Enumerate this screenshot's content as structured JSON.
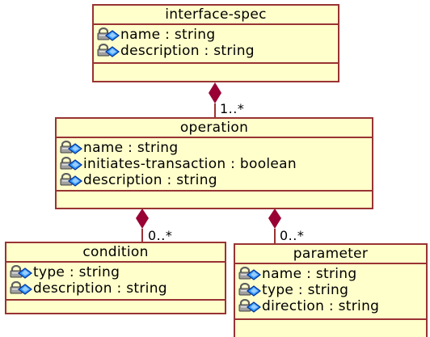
{
  "diagram": {
    "classes": {
      "interface_spec": {
        "name": "interface-spec",
        "attributes": [
          {
            "label": "name : string",
            "icon": "attribute-icon"
          },
          {
            "label": "description : string",
            "icon": "attribute-icon"
          }
        ]
      },
      "operation": {
        "name": "operation",
        "attributes": [
          {
            "label": "name : string",
            "icon": "attribute-icon"
          },
          {
            "label": "initiates-transaction : boolean",
            "icon": "attribute-icon"
          },
          {
            "label": "description : string",
            "icon": "attribute-icon"
          }
        ]
      },
      "condition": {
        "name": "condition",
        "attributes": [
          {
            "label": "type : string",
            "icon": "attribute-icon"
          },
          {
            "label": "description : string",
            "icon": "attribute-icon"
          }
        ]
      },
      "parameter": {
        "name": "parameter",
        "attributes": [
          {
            "label": "name : string",
            "icon": "attribute-icon"
          },
          {
            "label": "type : string",
            "icon": "attribute-icon"
          },
          {
            "label": "direction : string",
            "icon": "attribute-icon"
          }
        ]
      }
    },
    "associations": [
      {
        "from": "interface-spec",
        "to": "operation",
        "kind": "composition",
        "multiplicity": "1..*"
      },
      {
        "from": "operation",
        "to": "condition",
        "kind": "composition",
        "multiplicity": "0..*"
      },
      {
        "from": "operation",
        "to": "parameter",
        "kind": "composition",
        "multiplicity": "0..*"
      }
    ],
    "colors": {
      "class_fill": "#ffffcc",
      "class_border": "#993333",
      "diamond": "#990033",
      "line": "#993333",
      "icon_lock": "#808080",
      "icon_diamond": "#0066cc"
    }
  }
}
